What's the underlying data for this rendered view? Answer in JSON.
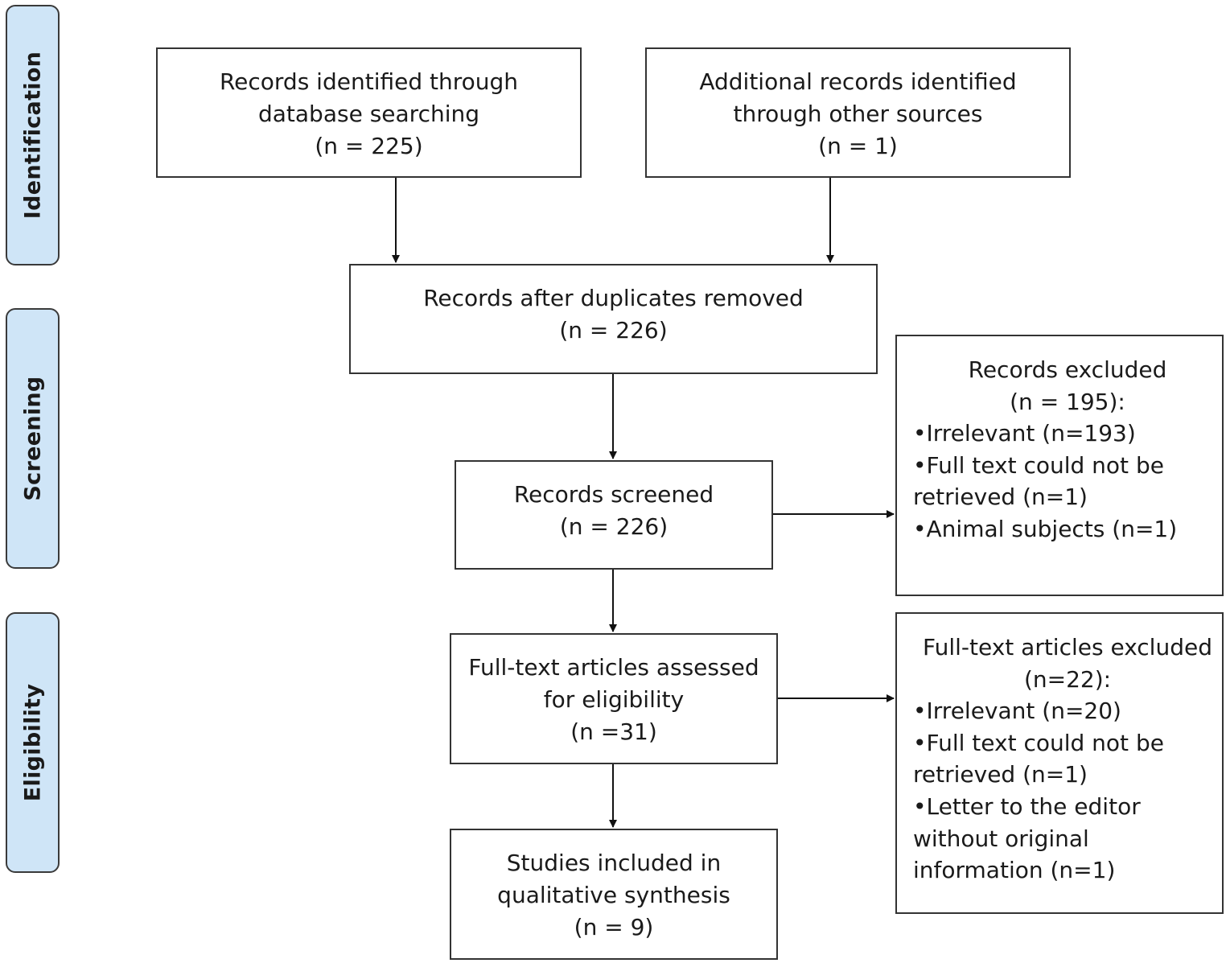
{
  "stages": {
    "identification": "Identification",
    "screening": "Screening",
    "eligibility": "Eligibility"
  },
  "boxes": {
    "database": [
      "Records identified through",
      "database searching",
      "(n = 225)"
    ],
    "other_sources": [
      "Additional records identified",
      "through other sources",
      "(n = 1)"
    ],
    "after_duplicates": [
      "Records after duplicates removed",
      "(n = 226)"
    ],
    "screened": [
      "Records screened",
      "(n = 226)"
    ],
    "fulltext": [
      "Full-text articles assessed",
      "for eligibility",
      "(n =31)"
    ],
    "included": [
      "Studies included in",
      "qualitative synthesis",
      "(n = 9)"
    ]
  },
  "records_excluded": {
    "heading": [
      "Records excluded",
      "(n = 195):"
    ],
    "items": [
      "•Irrelevant (n=193)",
      "•Full text could not be",
      "retrieved (n=1)",
      "•Animal subjects (n=1)"
    ]
  },
  "fulltext_excluded": {
    "heading": [
      "Full-text articles excluded",
      "(n=22):"
    ],
    "items": [
      "•Irrelevant (n=20)",
      "•Full text could not be",
      "retrieved (n=1)",
      "•Letter to the editor",
      "without original",
      "information (n=1)"
    ]
  }
}
